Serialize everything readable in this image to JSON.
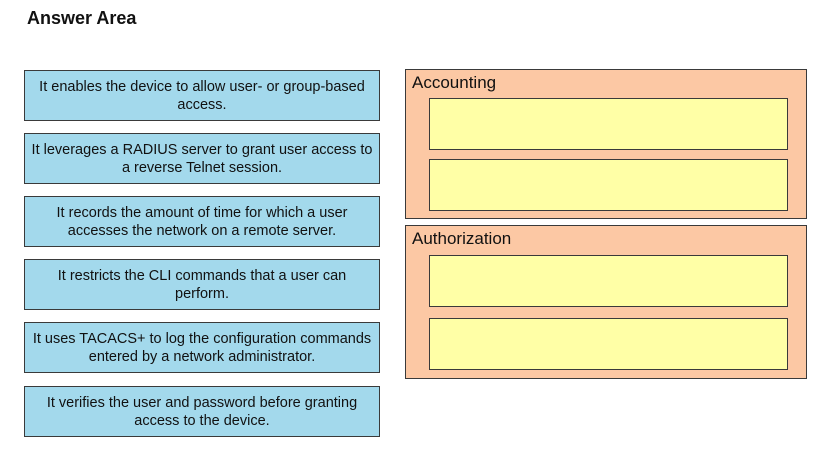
{
  "answer_area": {
    "title": "Answer Area"
  },
  "options": [
    "It enables the device to allow user- or group-based access.",
    "It leverages a RADIUS server to grant user access to a reverse Telnet session.",
    "It records the amount of time for which a user accesses the network on a remote server.",
    "It restricts the CLI commands that a user can perform.",
    "It uses TACACS+ to log the configuration commands entered by a network administrator.",
    "It verifies the user and password before granting access to the device."
  ],
  "targets": [
    {
      "label": "Accounting",
      "slots": [
        "",
        ""
      ]
    },
    {
      "label": "Authorization",
      "slots": [
        "",
        ""
      ]
    }
  ],
  "colors": {
    "option_fill": "#a3d9ec",
    "group_fill": "#fcc8a4",
    "slot_fill": "#ffffa6",
    "border": "#3a3a3a"
  }
}
